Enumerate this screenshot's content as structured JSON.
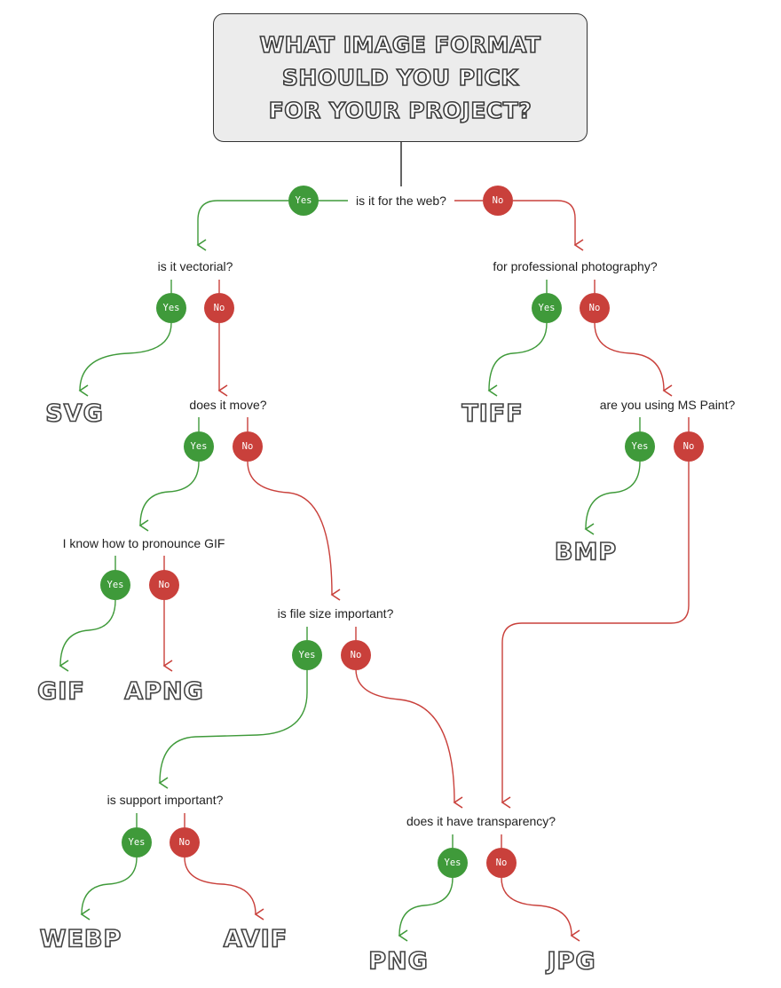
{
  "title": {
    "lines": [
      "WHAT IMAGE FORMAT",
      "SHOULD YOU PICK",
      "FOR YOUR PROJECT?"
    ]
  },
  "badges": {
    "yes": "Yes",
    "no": "No"
  },
  "questions": {
    "web": "is it for the web?",
    "vectorial": "is it vectorial?",
    "professional": "for professional photography?",
    "move": "does it move?",
    "ms_paint": "are you using MS Paint?",
    "gif_pronounce": "I know how to pronounce GIF",
    "file_size": "is file size important?",
    "support": "is support important?",
    "transparency": "does it have transparency?"
  },
  "formats": {
    "svg": "SVG",
    "tiff": "TIFF",
    "bmp": "BMP",
    "gif": "GIF",
    "apng": "APNG",
    "webp": "WEBP",
    "avif": "AVIF",
    "png": "PNG",
    "jpg": "JPG"
  },
  "colors": {
    "yes": "#3f9a3a",
    "no": "#c9403b",
    "line": "#222222",
    "title_bg": "#ececec"
  }
}
